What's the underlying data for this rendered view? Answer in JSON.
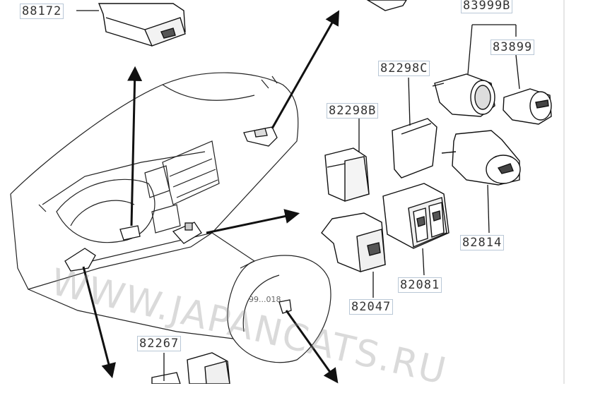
{
  "labels": {
    "p88172": "88172",
    "p83999b": "83999B",
    "p83899": "83899",
    "p82298c": "82298C",
    "p82298b": "82298B",
    "p82814": "82814",
    "p82081": "82081",
    "p82047": "82047",
    "p82267": "82267"
  },
  "watermark": "WWW.JAPANCATS.RU",
  "small_code": "99...018",
  "colors": {
    "line": "#111111",
    "label_border": "#b9c7d6",
    "watermark": "#969696"
  }
}
